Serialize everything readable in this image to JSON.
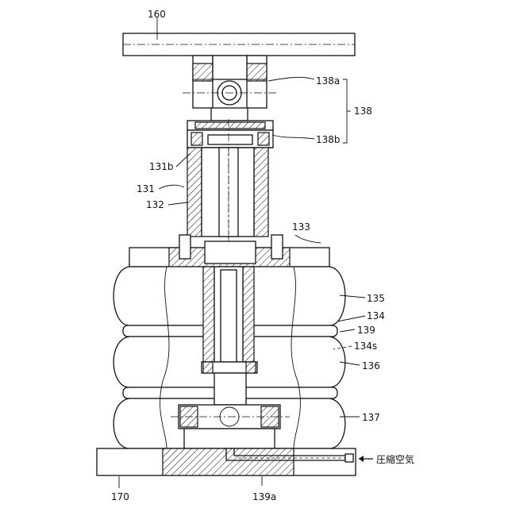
{
  "labels": {
    "l160": "160",
    "l138a": "138a",
    "l138": "138",
    "l138b": "138b",
    "l131b": "131b",
    "l131": "131",
    "l132": "132",
    "l133": "133",
    "l135": "135",
    "l134": "134",
    "l139": "139",
    "l134s": "134s",
    "l136": "136",
    "l137": "137",
    "l170": "170",
    "l139a": "139a",
    "air": "圧縮空気"
  }
}
